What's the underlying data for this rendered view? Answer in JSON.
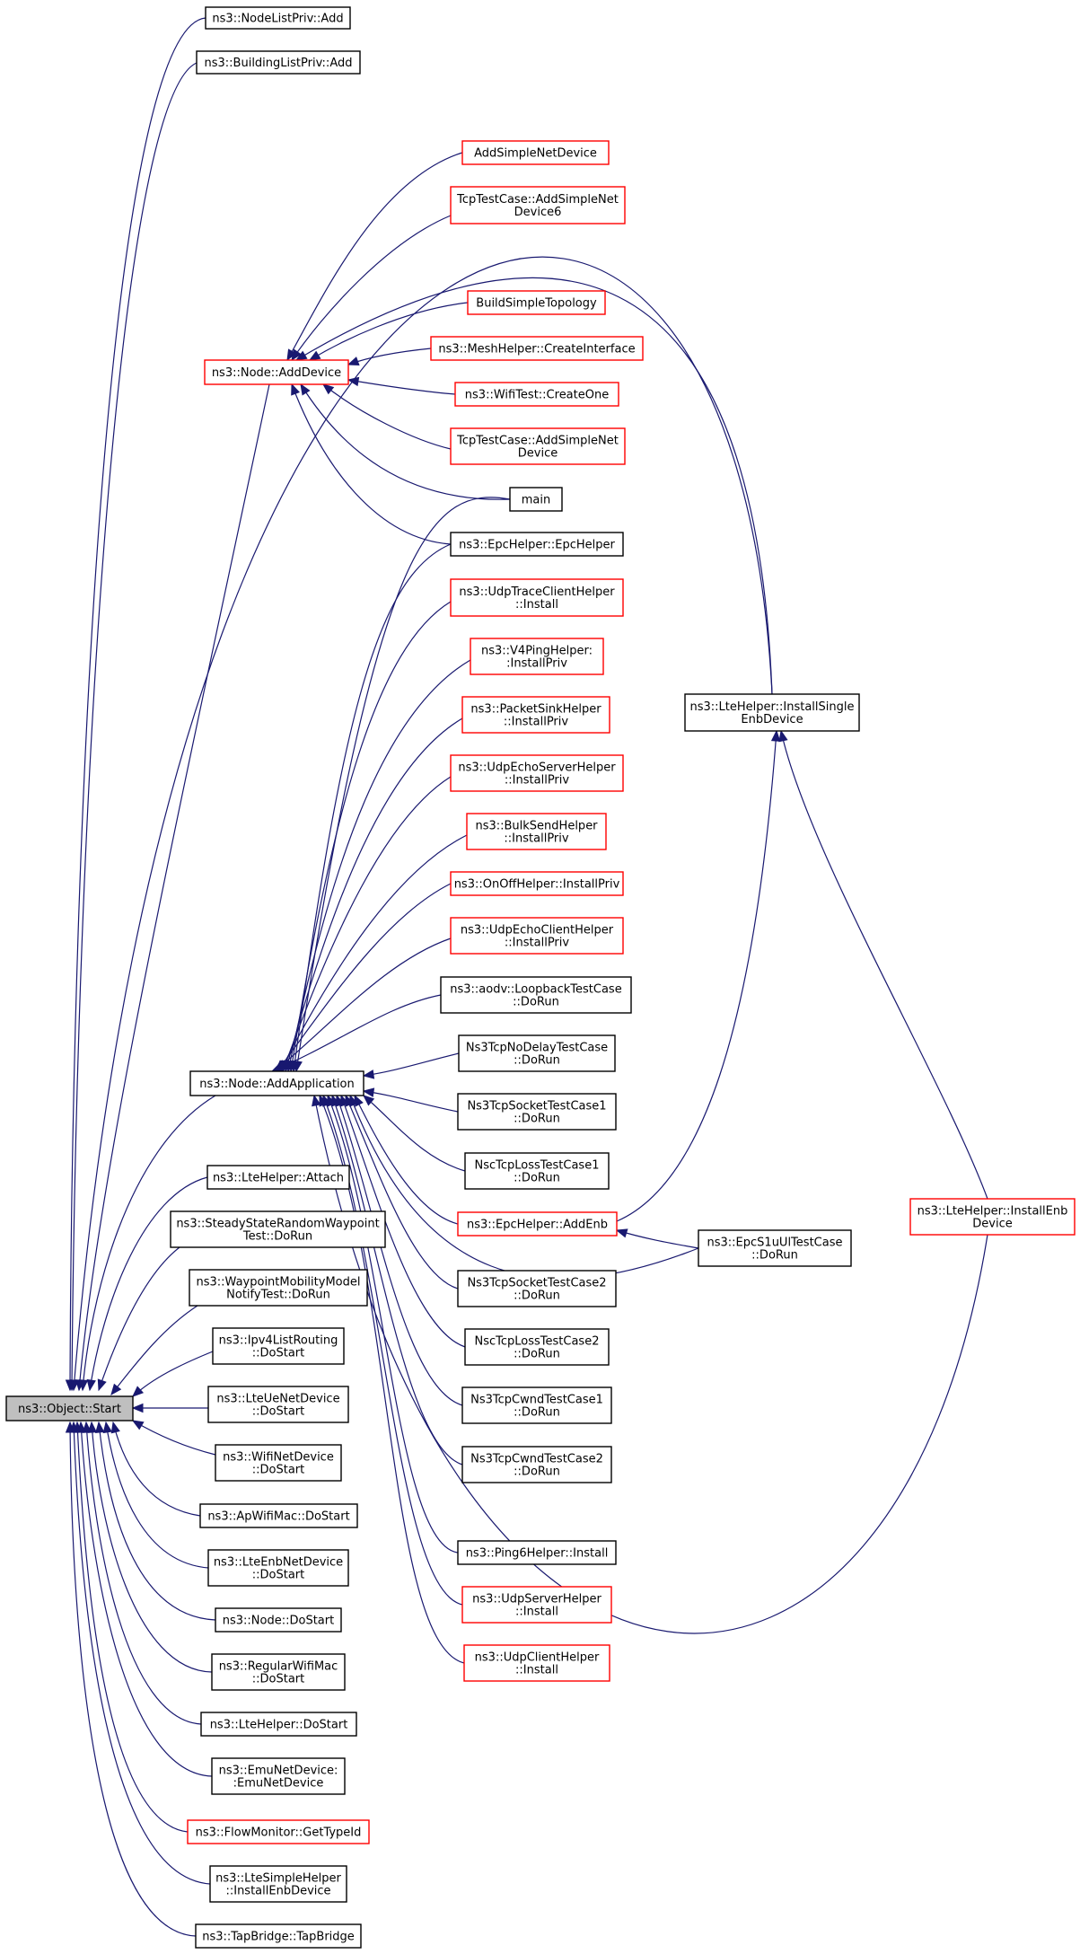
{
  "graph": {
    "title": "",
    "nodes": [
      {
        "id": "start",
        "label": [
          "ns3::Object::Start"
        ],
        "style": "root"
      },
      {
        "id": "nodelistpriv_add",
        "label": [
          "ns3::NodeListPriv::Add"
        ],
        "style": "normal"
      },
      {
        "id": "buildinglistpriv_add",
        "label": [
          "ns3::BuildingListPriv::Add"
        ],
        "style": "normal"
      },
      {
        "id": "addsimplenetdevice",
        "label": [
          "AddSimpleNetDevice"
        ],
        "style": "red"
      },
      {
        "id": "tcptest_addsimple6",
        "label": [
          "TcpTestCase::AddSimpleNet",
          "Device6"
        ],
        "style": "red"
      },
      {
        "id": "buildsimpletopology",
        "label": [
          "BuildSimpleTopology"
        ],
        "style": "red"
      },
      {
        "id": "node_adddevice",
        "label": [
          "ns3::Node::AddDevice"
        ],
        "style": "red"
      },
      {
        "id": "meshhelper_createinterface",
        "label": [
          "ns3::MeshHelper::CreateInterface"
        ],
        "style": "red"
      },
      {
        "id": "wifitest_createone",
        "label": [
          "ns3::WifiTest::CreateOne"
        ],
        "style": "red"
      },
      {
        "id": "tcptest_addsimple",
        "label": [
          "TcpTestCase::AddSimpleNet",
          "Device"
        ],
        "style": "red"
      },
      {
        "id": "main",
        "label": [
          "main"
        ],
        "style": "normal"
      },
      {
        "id": "epchelper_epchelper",
        "label": [
          "ns3::EpcHelper::EpcHelper"
        ],
        "style": "normal"
      },
      {
        "id": "udptraceclient_install",
        "label": [
          "ns3::UdpTraceClientHelper",
          "::Install"
        ],
        "style": "red"
      },
      {
        "id": "v4ping_installpriv",
        "label": [
          "ns3::V4PingHelper:",
          ":InstallPriv"
        ],
        "style": "red"
      },
      {
        "id": "lte_installsingleenb",
        "label": [
          "ns3::LteHelper::InstallSingle",
          "EnbDevice"
        ],
        "style": "normal"
      },
      {
        "id": "packetsink_installpriv",
        "label": [
          "ns3::PacketSinkHelper",
          "::InstallPriv"
        ],
        "style": "red"
      },
      {
        "id": "udpechoserver_installpriv",
        "label": [
          "ns3::UdpEchoServerHelper",
          "::InstallPriv"
        ],
        "style": "red"
      },
      {
        "id": "bulksend_installpriv",
        "label": [
          "ns3::BulkSendHelper",
          "::InstallPriv"
        ],
        "style": "red"
      },
      {
        "id": "onoff_installpriv",
        "label": [
          "ns3::OnOffHelper::InstallPriv"
        ],
        "style": "red"
      },
      {
        "id": "udpechoclient_installpriv",
        "label": [
          "ns3::UdpEchoClientHelper",
          "::InstallPriv"
        ],
        "style": "red"
      },
      {
        "id": "aodv_loopback",
        "label": [
          "ns3::aodv::LoopbackTestCase",
          "::DoRun"
        ],
        "style": "normal"
      },
      {
        "id": "ns3tcpnodelay",
        "label": [
          "Ns3TcpNoDelayTestCase",
          "::DoRun"
        ],
        "style": "normal"
      },
      {
        "id": "node_addapplication",
        "label": [
          "ns3::Node::AddApplication"
        ],
        "style": "normal"
      },
      {
        "id": "ns3tcpsocket1",
        "label": [
          "Ns3TcpSocketTestCase1",
          "::DoRun"
        ],
        "style": "normal"
      },
      {
        "id": "nsctcploss1",
        "label": [
          "NscTcpLossTestCase1",
          "::DoRun"
        ],
        "style": "normal"
      },
      {
        "id": "lte_attach",
        "label": [
          "ns3::LteHelper::Attach"
        ],
        "style": "normal"
      },
      {
        "id": "epchelper_addenb",
        "label": [
          "ns3::EpcHelper::AddEnb"
        ],
        "style": "red"
      },
      {
        "id": "lte_installenb",
        "label": [
          "ns3::LteHelper::InstallEnb",
          "Device"
        ],
        "style": "red"
      },
      {
        "id": "steadystate",
        "label": [
          "ns3::SteadyStateRandomWaypoint",
          "Test::DoRun"
        ],
        "style": "normal"
      },
      {
        "id": "epcs1u",
        "label": [
          "ns3::EpcS1uUlTestCase",
          "::DoRun"
        ],
        "style": "normal"
      },
      {
        "id": "waypoint",
        "label": [
          "ns3::WaypointMobilityModel",
          "NotifyTest::DoRun"
        ],
        "style": "normal"
      },
      {
        "id": "ns3tcpsocket2",
        "label": [
          "Ns3TcpSocketTestCase2",
          "::DoRun"
        ],
        "style": "normal"
      },
      {
        "id": "ipv4list",
        "label": [
          "ns3::Ipv4ListRouting",
          "::DoStart"
        ],
        "style": "normal"
      },
      {
        "id": "nsctcploss2",
        "label": [
          "NscTcpLossTestCase2",
          "::DoRun"
        ],
        "style": "normal"
      },
      {
        "id": "lteuenet",
        "label": [
          "ns3::LteUeNetDevice",
          "::DoStart"
        ],
        "style": "normal"
      },
      {
        "id": "ns3tcpcwnd1",
        "label": [
          "Ns3TcpCwndTestCase1",
          "::DoRun"
        ],
        "style": "normal"
      },
      {
        "id": "wifinet",
        "label": [
          "ns3::WifiNetDevice",
          "::DoStart"
        ],
        "style": "normal"
      },
      {
        "id": "ns3tcpcwnd2",
        "label": [
          "Ns3TcpCwndTestCase2",
          "::DoRun"
        ],
        "style": "normal"
      },
      {
        "id": "apwifimac",
        "label": [
          "ns3::ApWifiMac::DoStart"
        ],
        "style": "normal"
      },
      {
        "id": "ping6_install",
        "label": [
          "ns3::Ping6Helper::Install"
        ],
        "style": "normal"
      },
      {
        "id": "lteenbnet",
        "label": [
          "ns3::LteEnbNetDevice",
          "::DoStart"
        ],
        "style": "normal"
      },
      {
        "id": "udpserver_install",
        "label": [
          "ns3::UdpServerHelper",
          "::Install"
        ],
        "style": "red"
      },
      {
        "id": "node_dostart",
        "label": [
          "ns3::Node::DoStart"
        ],
        "style": "normal"
      },
      {
        "id": "udpclient_install",
        "label": [
          "ns3::UdpClientHelper",
          "::Install"
        ],
        "style": "red"
      },
      {
        "id": "regularwifimac",
        "label": [
          "ns3::RegularWifiMac",
          "::DoStart"
        ],
        "style": "normal"
      },
      {
        "id": "ltehelper_dostart",
        "label": [
          "ns3::LteHelper::DoStart"
        ],
        "style": "normal"
      },
      {
        "id": "emunet",
        "label": [
          "ns3::EmuNetDevice:",
          ":EmuNetDevice"
        ],
        "style": "normal"
      },
      {
        "id": "flowmonitor",
        "label": [
          "ns3::FlowMonitor::GetTypeId"
        ],
        "style": "red"
      },
      {
        "id": "ltesimple",
        "label": [
          "ns3::LteSimpleHelper",
          "::InstallEnbDevice"
        ],
        "style": "normal"
      },
      {
        "id": "tapbridge",
        "label": [
          "ns3::TapBridge::TapBridge"
        ],
        "style": "normal"
      }
    ],
    "edges": [
      {
        "from": "nodelistpriv_add",
        "to": "start"
      },
      {
        "from": "buildinglistpriv_add",
        "to": "start"
      },
      {
        "from": "lte_installsingleenb",
        "to": "start"
      },
      {
        "from": "node_adddevice",
        "to": "start"
      },
      {
        "from": "node_addapplication",
        "to": "start"
      },
      {
        "from": "lte_attach",
        "to": "start"
      },
      {
        "from": "steadystate",
        "to": "start"
      },
      {
        "from": "waypoint",
        "to": "start"
      },
      {
        "from": "ipv4list",
        "to": "start"
      },
      {
        "from": "lteuenet",
        "to": "start"
      },
      {
        "from": "wifinet",
        "to": "start"
      },
      {
        "from": "apwifimac",
        "to": "start"
      },
      {
        "from": "lteenbnet",
        "to": "start"
      },
      {
        "from": "node_dostart",
        "to": "start"
      },
      {
        "from": "regularwifimac",
        "to": "start"
      },
      {
        "from": "ltehelper_dostart",
        "to": "start"
      },
      {
        "from": "emunet",
        "to": "start"
      },
      {
        "from": "flowmonitor",
        "to": "start"
      },
      {
        "from": "ltesimple",
        "to": "start"
      },
      {
        "from": "tapbridge",
        "to": "start"
      },
      {
        "from": "addsimplenetdevice",
        "to": "node_adddevice"
      },
      {
        "from": "tcptest_addsimple6",
        "to": "node_adddevice"
      },
      {
        "from": "lte_installsingleenb",
        "to": "node_adddevice"
      },
      {
        "from": "buildsimpletopology",
        "to": "node_adddevice"
      },
      {
        "from": "meshhelper_createinterface",
        "to": "node_adddevice"
      },
      {
        "from": "wifitest_createone",
        "to": "node_adddevice"
      },
      {
        "from": "tcptest_addsimple",
        "to": "node_adddevice"
      },
      {
        "from": "main",
        "to": "node_adddevice"
      },
      {
        "from": "epchelper_epchelper",
        "to": "node_adddevice"
      },
      {
        "from": "main",
        "to": "node_addapplication"
      },
      {
        "from": "epchelper_epchelper",
        "to": "node_addapplication"
      },
      {
        "from": "udptraceclient_install",
        "to": "node_addapplication"
      },
      {
        "from": "v4ping_installpriv",
        "to": "node_addapplication"
      },
      {
        "from": "packetsink_installpriv",
        "to": "node_addapplication"
      },
      {
        "from": "udpechoserver_installpriv",
        "to": "node_addapplication"
      },
      {
        "from": "bulksend_installpriv",
        "to": "node_addapplication"
      },
      {
        "from": "onoff_installpriv",
        "to": "node_addapplication"
      },
      {
        "from": "udpechoclient_installpriv",
        "to": "node_addapplication"
      },
      {
        "from": "aodv_loopback",
        "to": "node_addapplication"
      },
      {
        "from": "ns3tcpnodelay",
        "to": "node_addapplication"
      },
      {
        "from": "ns3tcpsocket1",
        "to": "node_addapplication"
      },
      {
        "from": "nsctcploss1",
        "to": "node_addapplication"
      },
      {
        "from": "epchelper_addenb",
        "to": "node_addapplication"
      },
      {
        "from": "epcs1u",
        "to": "node_addapplication"
      },
      {
        "from": "ns3tcpsocket2",
        "to": "node_addapplication"
      },
      {
        "from": "nsctcploss2",
        "to": "node_addapplication"
      },
      {
        "from": "ns3tcpcwnd1",
        "to": "node_addapplication"
      },
      {
        "from": "ns3tcpcwnd2",
        "to": "node_addapplication"
      },
      {
        "from": "ping6_install",
        "to": "node_addapplication"
      },
      {
        "from": "udpserver_install",
        "to": "node_addapplication"
      },
      {
        "from": "udpclient_install",
        "to": "node_addapplication"
      },
      {
        "from": "lte_installenb",
        "to": "node_addapplication"
      },
      {
        "from": "epchelper_addenb",
        "to": "lte_installsingleenb"
      },
      {
        "from": "lte_installenb",
        "to": "lte_installsingleenb"
      },
      {
        "from": "epcs1u",
        "to": "epchelper_addenb"
      }
    ]
  }
}
